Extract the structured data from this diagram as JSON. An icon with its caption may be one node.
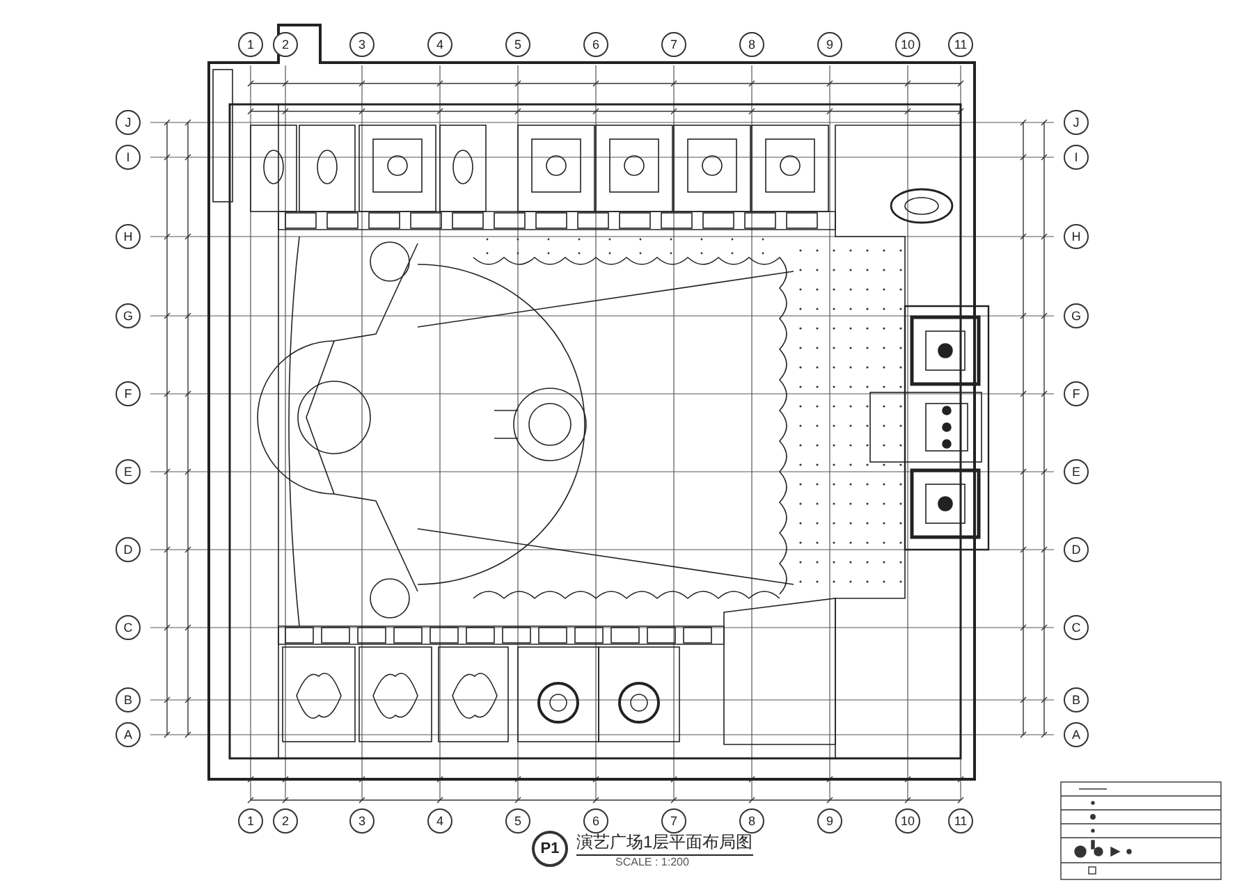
{
  "diagram": {
    "title": "演艺广场1层平面布局图",
    "caption": "SCALE : 1:200",
    "labels": [
      "1",
      "2",
      "3",
      "4",
      "5",
      "6",
      "7",
      "8",
      "9",
      "10",
      "11",
      "J",
      "J",
      "I",
      "I",
      "H",
      "H",
      "G",
      "G",
      "F",
      "F",
      "E",
      "E",
      "D",
      "D",
      "C",
      "C",
      "B",
      "B",
      "A",
      "A",
      "1",
      "2",
      "3",
      "4",
      "5",
      "6",
      "7",
      "8",
      "9",
      "10",
      "11",
      "P1"
    ]
  }
}
